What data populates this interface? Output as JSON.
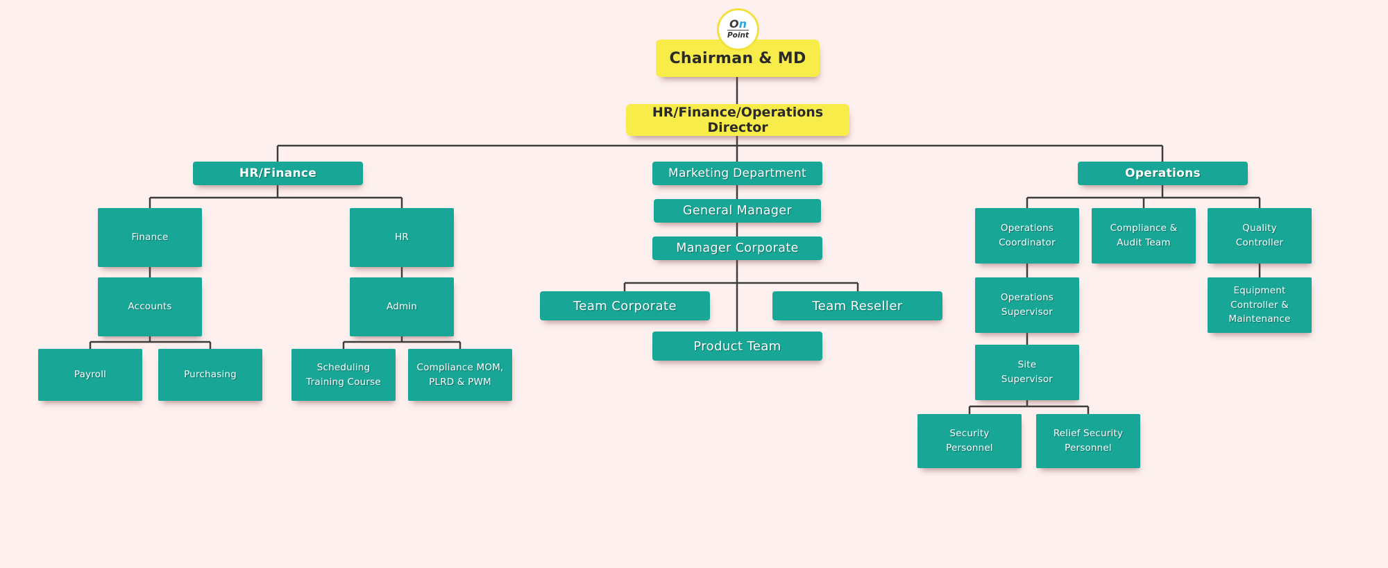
{
  "colors": {
    "background": "#fdf0ee",
    "node_teal": "#18a796",
    "node_yellow": "#f8ec4a",
    "connector_line": "#3d3d3d",
    "logo_ring_yellow": "#f2e13a",
    "logo_blue": "#29a8e0"
  },
  "logo": {
    "word_o": "O",
    "word_n": "n",
    "word_bottom": "Point"
  },
  "nodes": {
    "chairman": {
      "label": "Chairman & MD"
    },
    "director": {
      "label": "HR/Finance/Operations Director"
    },
    "hr_finance": {
      "label": "HR/Finance"
    },
    "marketing": {
      "label": "Marketing Department"
    },
    "operations": {
      "label": "Operations"
    },
    "finance": {
      "label": "Finance"
    },
    "hr": {
      "label": "HR"
    },
    "accounts": {
      "label": "Accounts"
    },
    "admin": {
      "label": "Admin"
    },
    "payroll": {
      "label": "Payroll"
    },
    "purchasing": {
      "label": "Purchasing"
    },
    "scheduling": {
      "label": "Scheduling\nTraining Course"
    },
    "compliance_mom": {
      "label": "Compliance MOM,\nPLRD & PWM"
    },
    "general_manager": {
      "label": "General Manager"
    },
    "manager_corporate": {
      "label": "Manager Corporate"
    },
    "team_corporate": {
      "label": "Team Corporate"
    },
    "team_reseller": {
      "label": "Team Reseller"
    },
    "product_team": {
      "label": "Product Team"
    },
    "ops_coordinator": {
      "label": "Operations\nCoordinator"
    },
    "compliance_audit": {
      "label": "Compliance &\nAudit Team"
    },
    "quality_controller": {
      "label": "Quality\nController"
    },
    "ops_supervisor": {
      "label": "Operations\nSupervisor"
    },
    "equipment": {
      "label": "Equipment\nController &\nMaintenance"
    },
    "site_supervisor": {
      "label": "Site\nSupervisor"
    },
    "security": {
      "label": "Security\nPersonnel"
    },
    "relief_security": {
      "label": "Relief Security\nPersonnel"
    }
  },
  "edges": [
    [
      "chairman",
      "director"
    ],
    [
      "director",
      "hr_finance"
    ],
    [
      "director",
      "marketing"
    ],
    [
      "director",
      "operations"
    ],
    [
      "hr_finance",
      "finance"
    ],
    [
      "hr_finance",
      "hr"
    ],
    [
      "finance",
      "accounts"
    ],
    [
      "accounts",
      "payroll"
    ],
    [
      "accounts",
      "purchasing"
    ],
    [
      "hr",
      "admin"
    ],
    [
      "admin",
      "scheduling"
    ],
    [
      "admin",
      "compliance_mom"
    ],
    [
      "marketing",
      "general_manager"
    ],
    [
      "general_manager",
      "manager_corporate"
    ],
    [
      "manager_corporate",
      "team_corporate"
    ],
    [
      "manager_corporate",
      "team_reseller"
    ],
    [
      "manager_corporate",
      "product_team"
    ],
    [
      "operations",
      "ops_coordinator"
    ],
    [
      "operations",
      "compliance_audit"
    ],
    [
      "operations",
      "quality_controller"
    ],
    [
      "ops_coordinator",
      "ops_supervisor"
    ],
    [
      "ops_supervisor",
      "site_supervisor"
    ],
    [
      "site_supervisor",
      "security"
    ],
    [
      "site_supervisor",
      "relief_security"
    ],
    [
      "quality_controller",
      "equipment"
    ]
  ]
}
